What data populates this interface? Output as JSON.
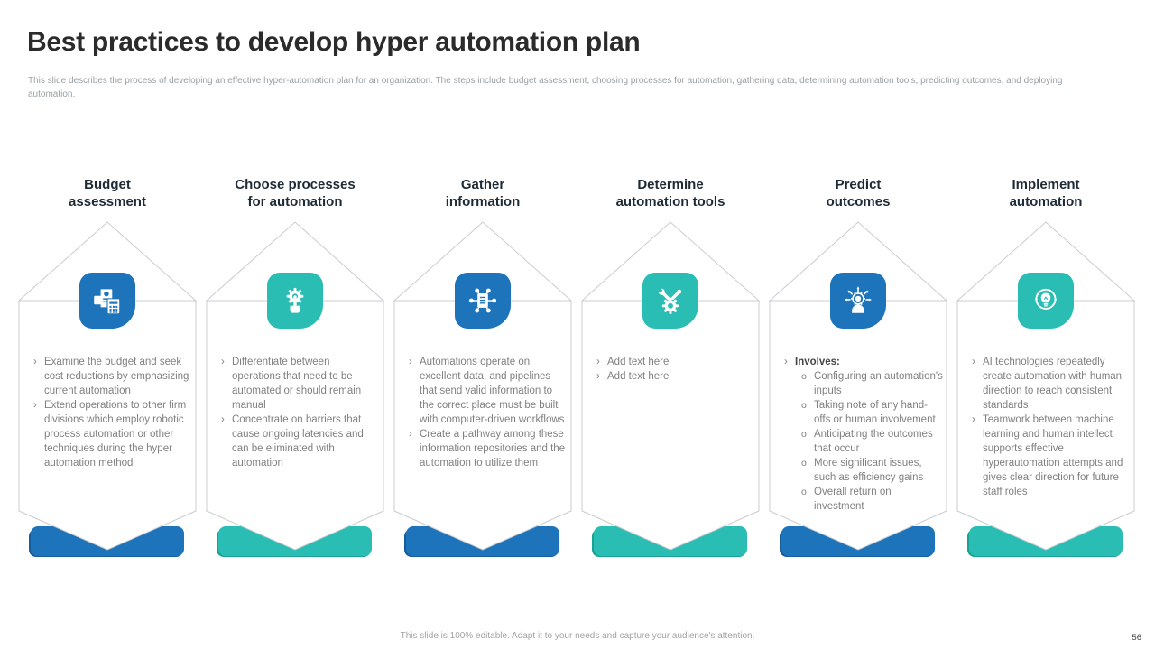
{
  "slide": {
    "title": "Best practices to develop hyper automation plan",
    "subtitle": "This slide describes the process of developing an effective hyper-automation plan for an organization. The  steps include budget assessment, choosing processes for automation, gathering data, determining  automation tools, predicting outcomes, and deploying automation.",
    "footer": "This slide is 100% editable.  Adapt it to your needs and capture your audience's attention.",
    "page_number": "56"
  },
  "theme": {
    "blue": "#1e74ba",
    "blue_dark": "#155d9c",
    "teal": "#2abdb3",
    "teal_dark": "#17a294",
    "border": "#c9cccf",
    "body_text": "#808080",
    "heading_text": "#1e2a36"
  },
  "bullet_marker": "›",
  "sub_marker": "o",
  "columns": [
    {
      "id": "budget-assessment",
      "title": "Budget\nassessment",
      "icon": "invoice-calculator-icon",
      "color": "blue",
      "bullets": [
        {
          "text": "Examine the budget and seek cost reductions by emphasizing current automation"
        },
        {
          "text": "Extend operations to other firm divisions which employ robotic process automation or other techniques during the hyper automation method"
        }
      ]
    },
    {
      "id": "choose-processes",
      "title": "Choose processes\nfor automation",
      "icon": "gear-hand-icon",
      "color": "teal",
      "bullets": [
        {
          "text": "Differentiate between operations that need to be automated or should remain manual"
        },
        {
          "text": "Concentrate on barriers that cause ongoing latencies and can be eliminated with automation"
        }
      ]
    },
    {
      "id": "gather-information",
      "title": "Gather\ninformation",
      "icon": "data-network-icon",
      "color": "blue",
      "bullets": [
        {
          "text": "Automations operate on excellent data, and pipelines that send valid information to the correct place must be built with computer-driven workflows"
        },
        {
          "text": "Create a pathway among these information repositories and the automation to utilize them"
        }
      ]
    },
    {
      "id": "determine-automation-tools",
      "title": "Determine\nautomation tools",
      "icon": "gear-tools-icon",
      "color": "teal",
      "bullets": [
        {
          "text": "Add text here"
        },
        {
          "text": "Add text here"
        }
      ]
    },
    {
      "id": "predict-outcomes",
      "title": "Predict\noutcomes",
      "icon": "insight-person-icon",
      "color": "blue",
      "bullets": [
        {
          "text": "Involves:",
          "bold": true,
          "sub": [
            "Configuring an automation's inputs",
            "Taking note of any hand-offs or human involvement",
            "Anticipating the outcomes that occur",
            "More significant issues, such as efficiency gains",
            "Overall return on investment"
          ]
        }
      ]
    },
    {
      "id": "implement-automation",
      "title": "Implement\nautomation",
      "icon": "bulb-cycle-icon",
      "color": "teal",
      "bullets": [
        {
          "text": "AI technologies repeatedly create automation with human direction to reach consistent standards"
        },
        {
          "text": "Teamwork between machine learning and human intellect supports effective hyperautomation attempts and gives clear direction for future staff roles"
        }
      ]
    }
  ]
}
